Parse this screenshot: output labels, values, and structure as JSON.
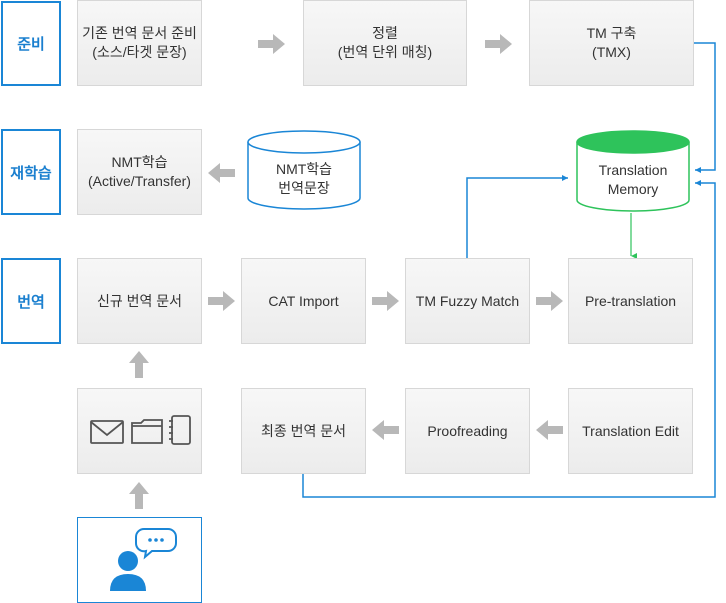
{
  "phases": {
    "prep": "준비",
    "learn": "재학습",
    "translate": "번역"
  },
  "nodes": {
    "prepare_docs": [
      "기존 번역 문서 준비",
      "(소스/타겟 문장)"
    ],
    "align": [
      "정렬",
      "(번역 단위 매칭)"
    ],
    "tm_build": [
      "TM 구축",
      "(TMX)"
    ],
    "nmt_learning": [
      "NMT학습",
      "(Active/Transfer)"
    ],
    "nmt_sentences": [
      "NMT학습",
      "번역문장"
    ],
    "translation_memory": [
      "Translation",
      "Memory"
    ],
    "new_doc": "신규 번역 문서",
    "cat_import": "CAT Import",
    "tm_fuzzy": "TM Fuzzy Match",
    "pre_translation": "Pre-translation",
    "final_doc": "최종 번역 문서",
    "proofreading": "Proofreading",
    "translation_edit": "Translation Edit"
  },
  "colors": {
    "phase_border": "#1a86d6",
    "connector_blue": "#1a86d6",
    "db_green": "#2ec35b",
    "arrow_gray": "#b8b8b8"
  },
  "icons": [
    "envelope-icon",
    "folder-icon",
    "notebook-icon",
    "user-icon",
    "chat-bubble-icon"
  ]
}
